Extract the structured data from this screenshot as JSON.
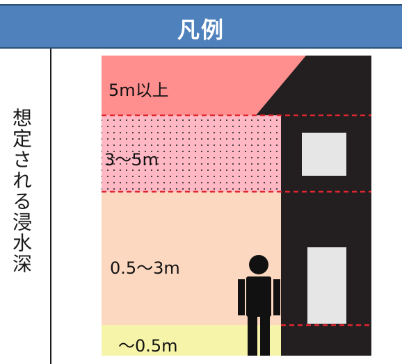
{
  "header": {
    "title": "凡例"
  },
  "side_label": "想定される浸水深",
  "legend": [
    {
      "label": "5m以上",
      "color": "#ff8f8f",
      "pattern": "solid"
    },
    {
      "label": "3～5m",
      "color": "#ffb8c4",
      "pattern": "dots"
    },
    {
      "label": "0.5～3m",
      "color": "#fdd8c0",
      "pattern": "solid"
    },
    {
      "label": "～0.5m",
      "color": "#f6f4a8",
      "pattern": "solid"
    }
  ],
  "colors": {
    "header": "#4f81bd",
    "building": "#231f20",
    "window": "#e6e6e6",
    "dashline": "#e0262e"
  },
  "icons": [
    "house-icon",
    "person-icon"
  ]
}
